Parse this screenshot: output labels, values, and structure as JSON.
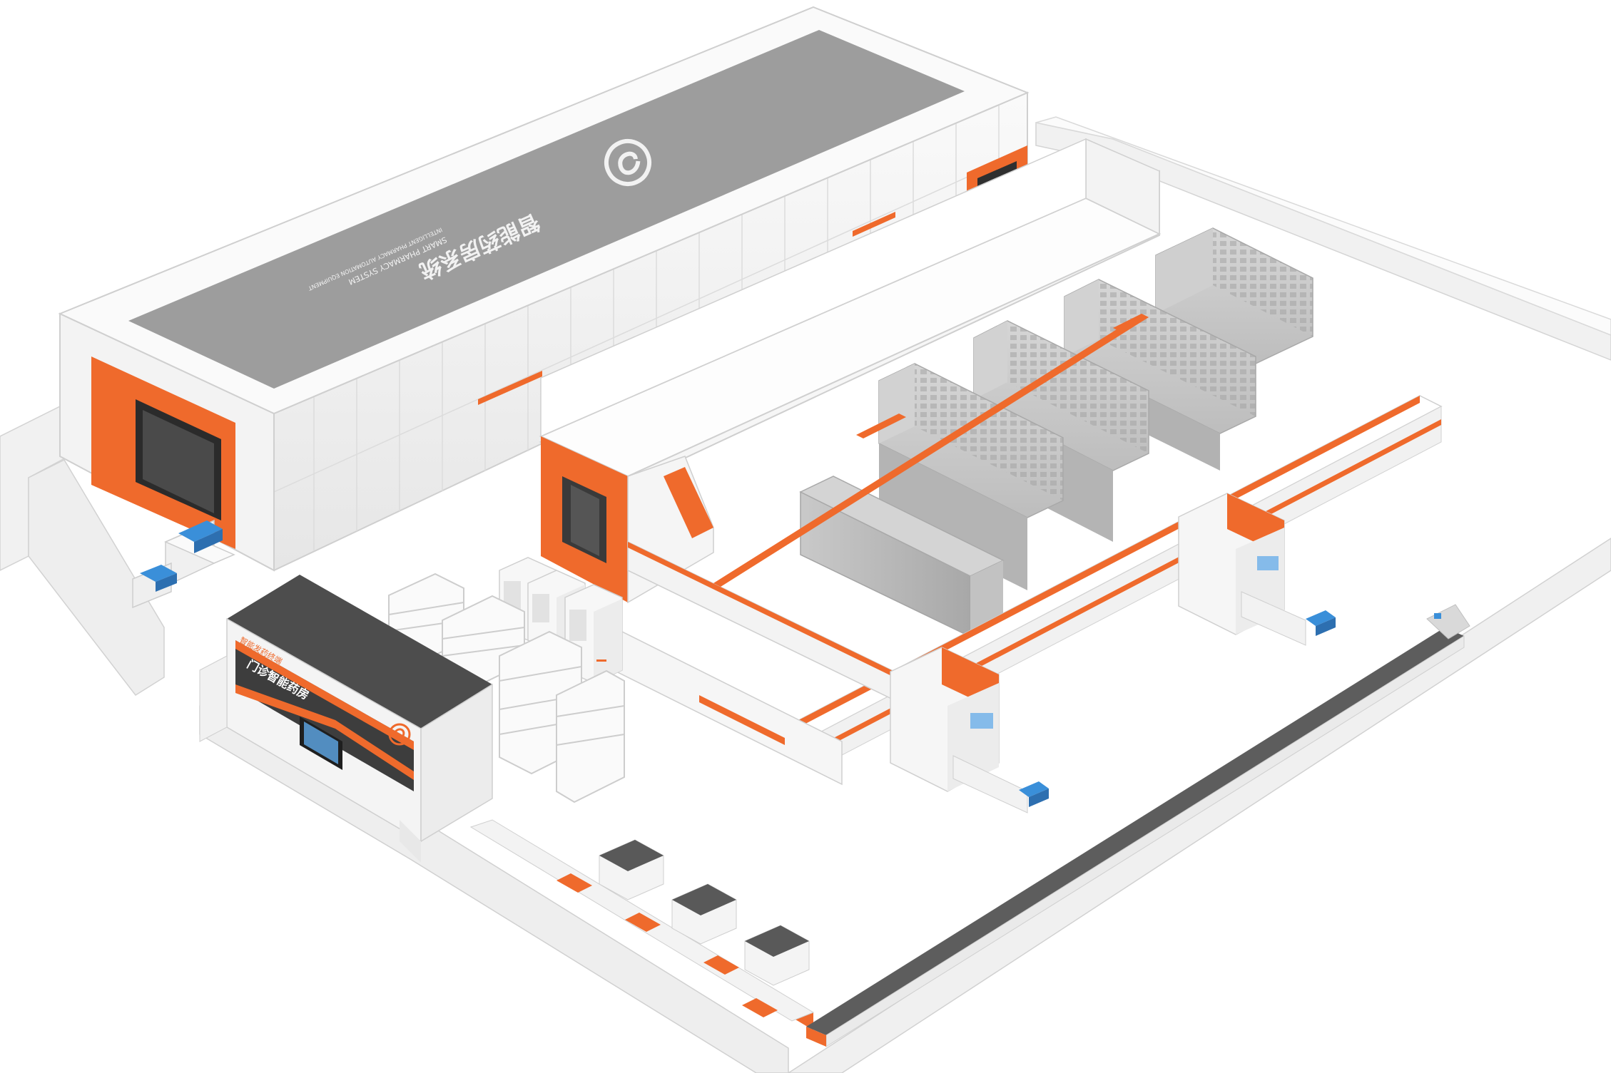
{
  "scene": {
    "description_free": true
  },
  "roof_branding": {
    "brand_name": "智能药房系统",
    "tagline": "SMART PHARMACY SYSTEM",
    "subline": "INTELLIGENT PHARMACY AUTOMATION EQUIPMENT"
  },
  "kiosk_panel": {
    "header_small": "智能发药终端",
    "headline": "门诊智能药房"
  },
  "colors": {
    "accent_orange": "#ef6a2c",
    "panel_white": "#f4f4f4",
    "roof_gray": "#9d9d9d",
    "dark_panel": "#3d3d3d",
    "cabinet_gray": "#b8b8b8",
    "floor_wall": "#efefef",
    "edge_line": "#cfcfcf",
    "tray_blue": "#3a8fd9"
  },
  "icons": {
    "roof_logo": "pharmacy-logo-icon",
    "kiosk_logo": "pharmacy-logo-icon"
  }
}
